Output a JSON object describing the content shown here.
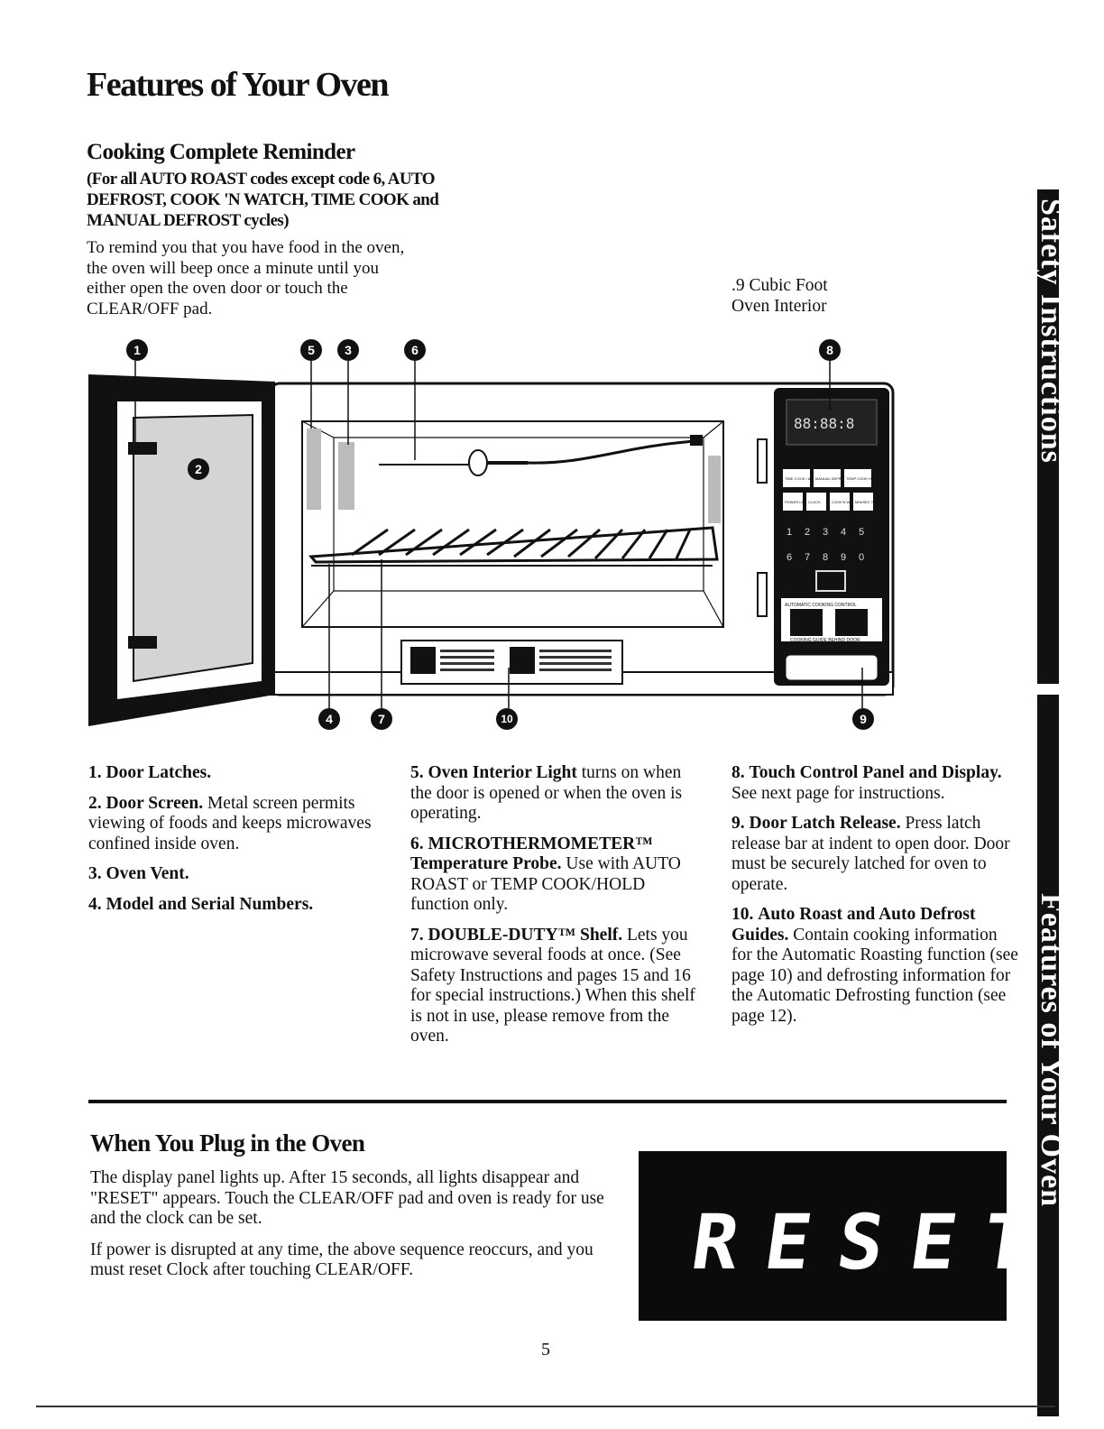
{
  "page_title": "Features of Your Oven",
  "reminder": {
    "heading": "Cooking Complete Reminder",
    "subheading": "(For all AUTO ROAST codes except code 6, AUTO DEFROST, COOK 'N WATCH, TIME COOK and MANUAL DEFROST cycles)",
    "body": "To remind you that you have food in the oven, the oven will beep once a minute until you either open the oven door or touch the CLEAR/OFF pad."
  },
  "interior_label": {
    "line1": ".9 Cubic Foot",
    "line2": "Oven Interior"
  },
  "diagram": {
    "callouts": [
      "1",
      "2",
      "3",
      "4",
      "5",
      "6",
      "7",
      "8",
      "9",
      "10"
    ],
    "panel_buttons": [
      "TIME COOK I & II",
      "MANUAL DEFROST",
      "TEMP COOK HOLD",
      "POWER LEVEL",
      "CLOCK",
      "COOK'N WATCH",
      "MIN/SEC TIMER"
    ],
    "keypad": [
      "1",
      "2",
      "3",
      "4",
      "5",
      "6",
      "7",
      "8",
      "9",
      "0"
    ],
    "panel_caption": "AUTOMATIC COOKING CONTROL",
    "panel_caption2": "COOKING GUIDE BEHIND DOOR"
  },
  "features": {
    "f1": {
      "num": "1.",
      "title": "Door Latches.",
      "text": ""
    },
    "f2": {
      "num": "2.",
      "title": "Door Screen.",
      "text": " Metal screen permits viewing of foods and keeps microwaves confined inside oven."
    },
    "f3": {
      "num": "3.",
      "title": "Oven Vent.",
      "text": ""
    },
    "f4": {
      "num": "4.",
      "title": "Model and Serial Numbers.",
      "text": ""
    },
    "f5": {
      "num": "5.",
      "title": "Oven Interior Light",
      "text": " turns on when the door is opened or when the oven is operating."
    },
    "f6": {
      "num": "6.",
      "title": "MICROTHERMOMETER™ Temperature Probe.",
      "text": " Use with AUTO ROAST or TEMP COOK/HOLD function only."
    },
    "f7": {
      "num": "7.",
      "title": "DOUBLE-DUTY™ Shelf.",
      "text": " Lets you microwave several foods at once. (See Safety Instructions and pages 15 and 16 for special instructions.) When this shelf is not in use, please remove from the oven."
    },
    "f8": {
      "num": "8.",
      "title": "Touch Control Panel and Display.",
      "text": " See next page for instructions."
    },
    "f9": {
      "num": "9.",
      "title": "Door Latch Release.",
      "text": " Press latch release bar at indent to open door. Door must be securely latched for oven to operate."
    },
    "f10": {
      "num": "10.",
      "title": "Auto Roast and Auto Defrost Guides.",
      "text": " Contain cooking information for the Automatic Roasting function (see page 10) and defrosting information for the Automatic Defrosting function (see page 12)."
    }
  },
  "plug_in": {
    "heading": "When You Plug in the Oven",
    "p1": "The display panel lights up. After 15 seconds, all lights disappear and \"RESET\" appears. Touch the CLEAR/OFF pad and oven is ready for use and the clock can be set.",
    "p2": "If power is disrupted at any time, the above sequence reoccurs, and you must reset Clock after touching CLEAR/OFF."
  },
  "display_text": "RESET",
  "sidebar": {
    "upper": "Safety Instructions",
    "lower": "Features of Your Oven"
  },
  "page_number": "5"
}
